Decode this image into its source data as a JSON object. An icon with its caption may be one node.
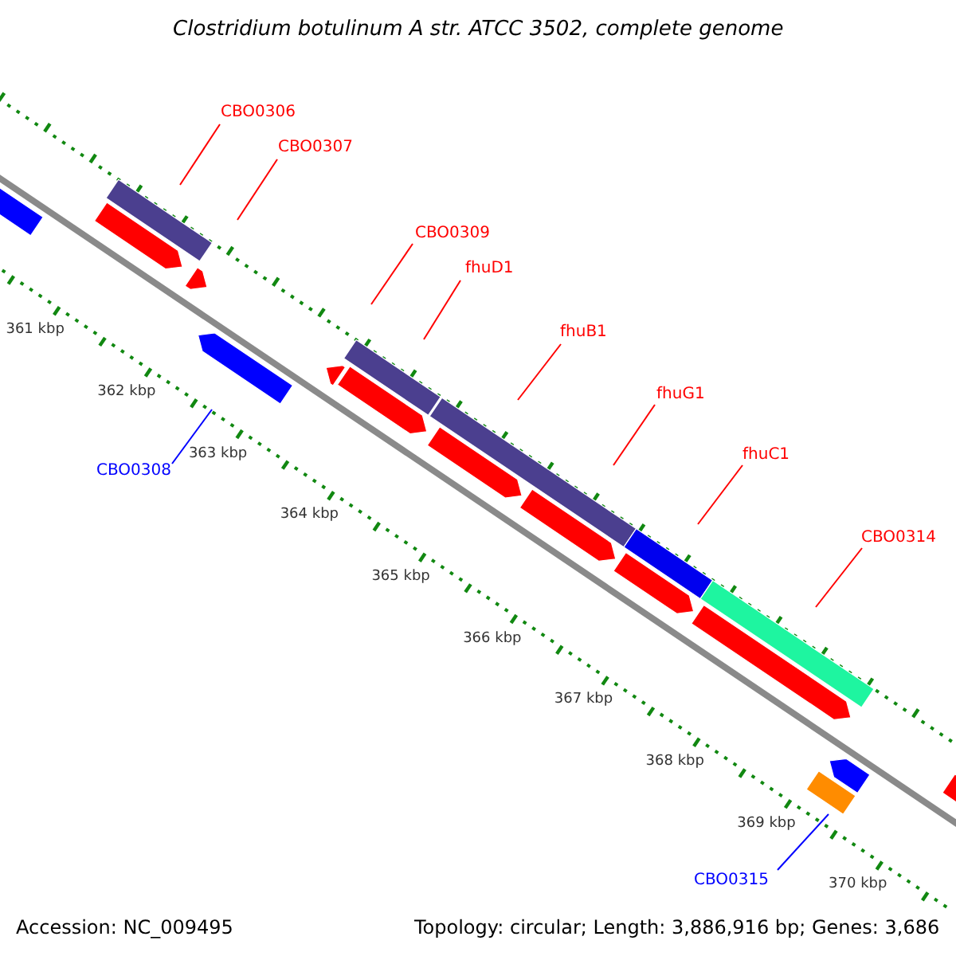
{
  "diagram": {
    "title": "Clostridium botulinum A str. ATCC 3502, complete genome",
    "nodes": [
      {
        "text": [
          "CBO0306"
        ]
      },
      {
        "text": [
          "CBO0307"
        ]
      },
      {
        "text": [
          "CBO0309"
        ]
      },
      {
        "text": [
          "fhuD1"
        ]
      },
      {
        "text": [
          "fhuB1"
        ]
      },
      {
        "text": [
          "fhuG1"
        ]
      },
      {
        "text": [
          "fhuC1"
        ]
      },
      {
        "text": [
          "CBO0314"
        ]
      },
      {
        "text": [
          "CBO0308"
        ]
      },
      {
        "text": [
          "CBO0315"
        ]
      }
    ],
    "edges": [
      {
        "from": 0,
        "to": null,
        "arrow": "none"
      },
      {
        "from": 1,
        "to": null,
        "arrow": "none"
      },
      {
        "from": 2,
        "to": null,
        "arrow": "none"
      },
      {
        "from": 3,
        "to": null,
        "arrow": "none"
      },
      {
        "from": 4,
        "to": null,
        "arrow": "none"
      },
      {
        "from": 5,
        "to": null,
        "arrow": "none"
      },
      {
        "from": 6,
        "to": null,
        "arrow": "none"
      },
      {
        "from": 7,
        "to": null,
        "arrow": "none"
      },
      {
        "from": 8,
        "to": null,
        "arrow": "none",
        "color": "#0000ff"
      },
      {
        "from": 9,
        "to": null,
        "arrow": "none",
        "color": "#0000ff"
      }
    ],
    "labels": [
      "361 kbp",
      "362 kbp",
      "363 kbp",
      "364 kbp",
      "365 kbp",
      "366 kbp",
      "367 kbp",
      "368 kbp",
      "369 kbp",
      "370 kbp",
      "Accession: NC_009495",
      "Topology: circular; Length: 3,886,916 bp; Genes: 3,686"
    ]
  }
}
